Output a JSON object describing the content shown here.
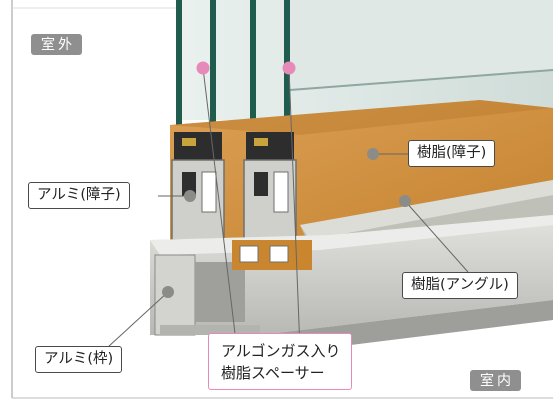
{
  "labels": {
    "outdoor": "室外",
    "indoor": "室内",
    "aluminum_sash": "アルミ(障子)",
    "resin_sash": "樹脂(障子)",
    "resin_angle": "樹脂(アングル)",
    "aluminum_frame": "アルミ(枠)",
    "spacer_line1": "アルゴンガス入り",
    "spacer_line2": "樹脂スペーサー"
  },
  "colors": {
    "wood": "#d08f3b",
    "aluminum": "#cfd0cc",
    "glass": "#d9e5e2",
    "glass_edge": "#1f5c4d",
    "pink": "#e58ab9",
    "badge": "#8f8f8f"
  }
}
